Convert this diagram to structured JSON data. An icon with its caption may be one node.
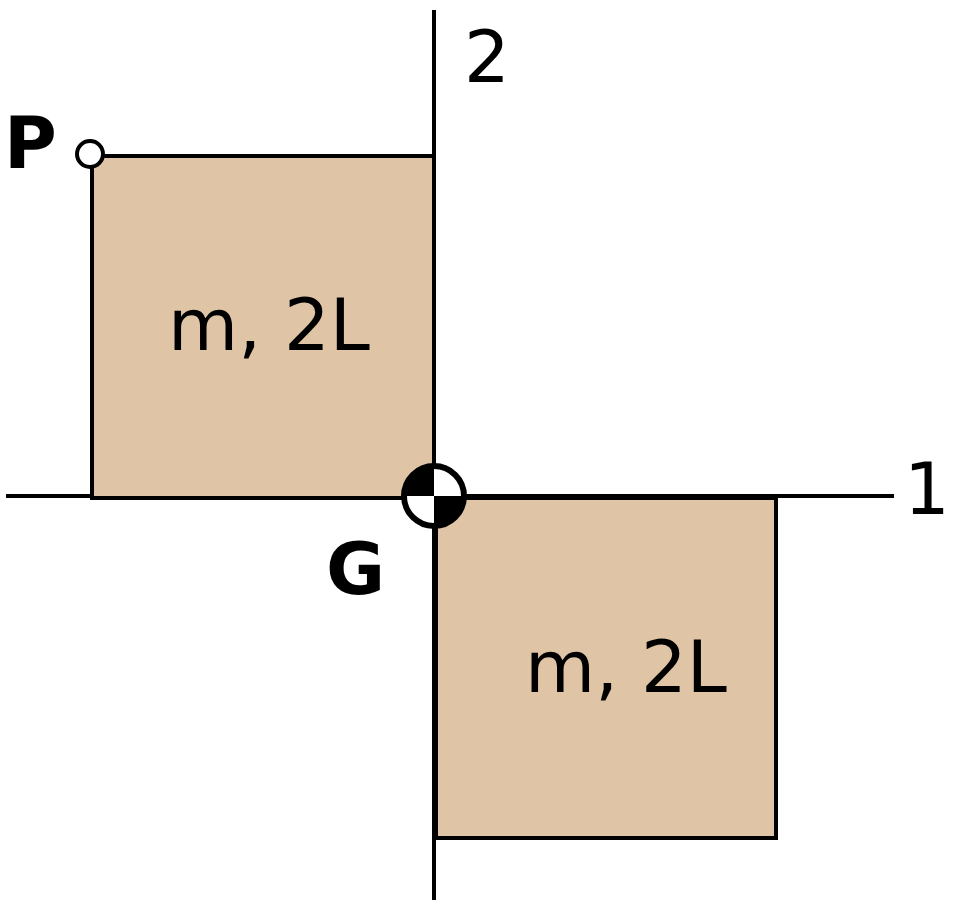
{
  "diagram": {
    "nodes": [
      {
        "text": [
          "m, 2L"
        ]
      },
      {
        "text": [
          "m, 2L"
        ]
      }
    ],
    "labels": [
      "2",
      "P",
      "1",
      "G"
    ]
  }
}
